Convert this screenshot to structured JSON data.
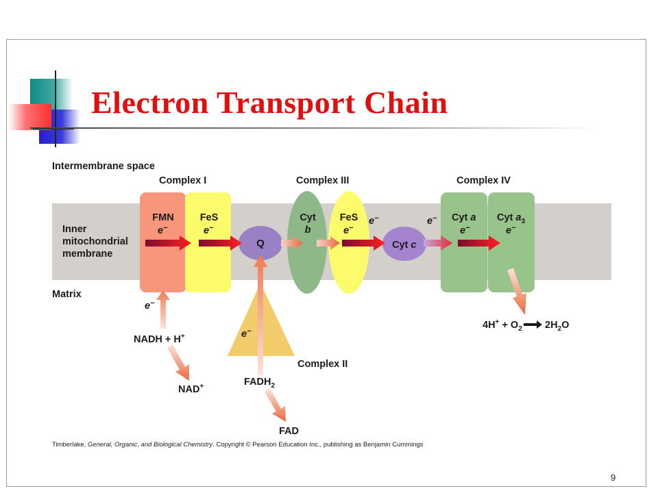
{
  "slide": {
    "title": "Electron Transport Chain",
    "page_number": "9"
  },
  "diagram": {
    "regions": {
      "intermembrane": "Intermembrane space",
      "membrane_line1": "Inner",
      "membrane_line2": "mitochondrial",
      "membrane_line3": "membrane",
      "matrix": "Matrix"
    },
    "complexes": {
      "complex1": "Complex I",
      "complex2": "Complex II",
      "complex3": "Complex III",
      "complex4": "Complex IV"
    },
    "carriers": {
      "fmn": "FMN",
      "fes1": "FeS",
      "q": "Q",
      "cyt_b_1": "Cyt",
      "cyt_b_2": "b",
      "fes2": "FeS",
      "cyt_c_1": "Cyt ",
      "cyt_c_2": "c",
      "cyt_a_1": "Cyt ",
      "cyt_a_2": "a",
      "cyt_a3_1": "Cyt ",
      "cyt_a3_2": "a",
      "cyt_a3_sub": "3"
    },
    "electron": {
      "symbol": "e",
      "charge": "−"
    },
    "substrates": {
      "nadh": "NADH + H",
      "nadh_sup": "+",
      "nad": "NAD",
      "nad_sup": "+",
      "fadh": "FADH",
      "fadh_sub": "2",
      "fad": "FAD",
      "reaction_p1": "4H",
      "reaction_p1_sup": "+",
      "reaction_p2": " + O",
      "reaction_p2_sub": "2",
      "reaction_p3": "2H",
      "reaction_p3_sub": "2",
      "reaction_p4": "O"
    },
    "colors": {
      "membrane": "#d3cfcb",
      "complex1_fmn": "#f7967a",
      "fes": "#fbfb6c",
      "q": "#9a80c4",
      "cyt_b": "#8fb888",
      "cyt_a": "#98c48c",
      "complex2": "#f2cc6a",
      "electron_arrow": "#d8101a"
    }
  },
  "citation": {
    "author": "Timberlake, ",
    "book": "General, Organic, and Biological Chemistry",
    "rest": ".  Copyright © Pearson Education Inc., publishing as Benjamin Cummings"
  }
}
